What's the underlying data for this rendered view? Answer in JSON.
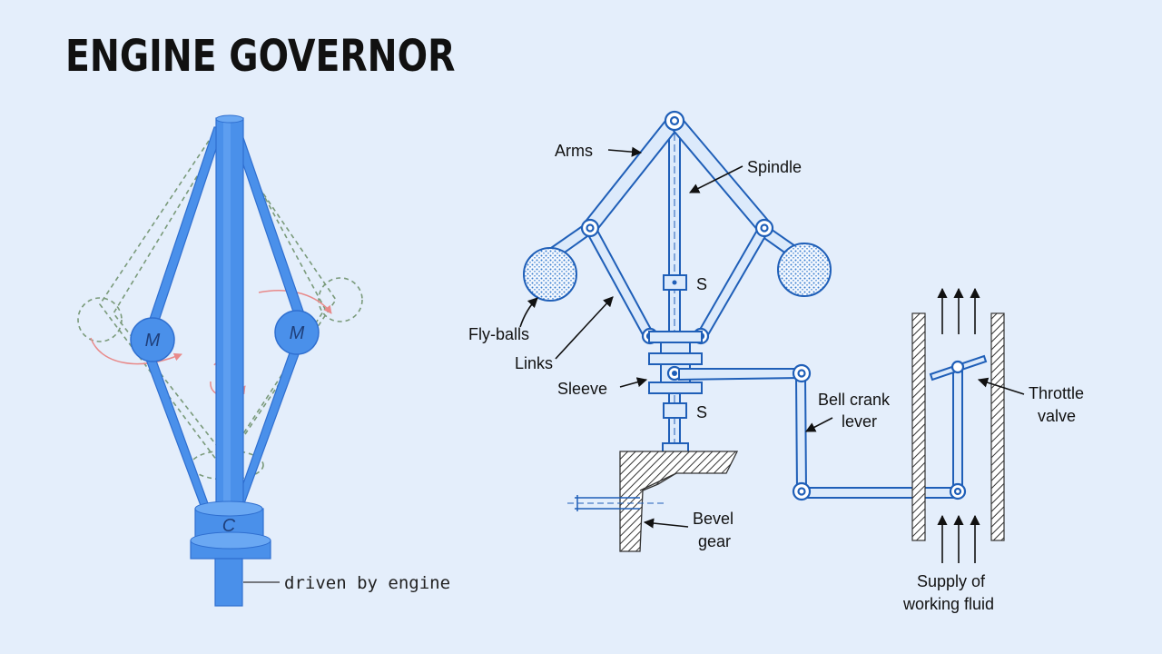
{
  "title": "ENGINE GOVERNOR",
  "colors": {
    "accent": "#3a86e8",
    "background": "#e4eefb",
    "line": "#1f5fb8",
    "rotation_arrow": "#e88a8a"
  },
  "left_diagram": {
    "mass_label_left": "M",
    "mass_label_right": "M",
    "collar_label": "C",
    "driven_label": "driven by engine"
  },
  "right_diagram": {
    "labels": {
      "arms": "Arms",
      "spindle": "Spindle",
      "fly_balls": "Fly-balls",
      "links": "Links",
      "sleeve": "Sleeve",
      "s_upper": "S",
      "s_lower": "S",
      "bell_crank_1": "Bell crank",
      "bell_crank_2": "lever",
      "throttle_1": "Throttle",
      "throttle_2": "valve",
      "bevel_1": "Bevel",
      "bevel_2": "gear",
      "supply_1": "Supply of",
      "supply_2": "working fluid"
    }
  }
}
